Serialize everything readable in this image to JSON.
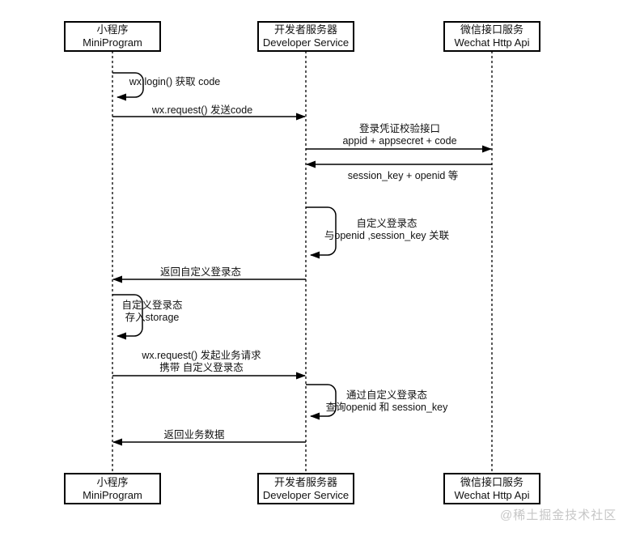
{
  "diagram": {
    "type": "sequence-diagram",
    "actors": [
      {
        "name_zh": "小程序",
        "name_en": "MiniProgram"
      },
      {
        "name_zh": "开发者服务器",
        "name_en": "Developer Service"
      },
      {
        "name_zh": "微信接口服务",
        "name_en": "Wechat Http Api"
      }
    ],
    "messages": [
      {
        "id": 1,
        "type": "self",
        "actor": "MiniProgram",
        "lines": [
          "wx.login() 获取 code"
        ]
      },
      {
        "id": 2,
        "type": "message",
        "from": "MiniProgram",
        "to": "Developer Service",
        "lines": [
          "wx.request() 发送code"
        ]
      },
      {
        "id": 3,
        "type": "message",
        "from": "Developer Service",
        "to": "Wechat Http Api",
        "lines": [
          "登录凭证校验接口",
          "appid + appsecret + code"
        ]
      },
      {
        "id": 4,
        "type": "return",
        "from": "Wechat Http Api",
        "to": "Developer Service",
        "lines": [
          "session_key + openid 等"
        ]
      },
      {
        "id": 5,
        "type": "self",
        "actor": "Developer Service",
        "lines": [
          "自定义登录态",
          "与openid ,session_key 关联"
        ]
      },
      {
        "id": 6,
        "type": "return",
        "from": "Developer Service",
        "to": "MiniProgram",
        "lines": [
          "返回自定义登录态"
        ]
      },
      {
        "id": 7,
        "type": "self",
        "actor": "MiniProgram",
        "lines": [
          "自定义登录态",
          "存入storage"
        ]
      },
      {
        "id": 8,
        "type": "message",
        "from": "MiniProgram",
        "to": "Developer Service",
        "lines": [
          "wx.request() 发起业务请求",
          "携带 自定义登录态"
        ]
      },
      {
        "id": 9,
        "type": "self",
        "actor": "Developer Service",
        "lines": [
          "通过自定义登录态",
          "查询openid 和 session_key"
        ]
      },
      {
        "id": 10,
        "type": "return",
        "from": "Developer Service",
        "to": "MiniProgram",
        "lines": [
          "返回业务数据"
        ]
      }
    ],
    "watermark": "@稀土掘金技术社区",
    "colors": {
      "line": "#000000",
      "text": "#111111",
      "background": "#ffffff",
      "watermark": "#c6c6c6"
    }
  }
}
